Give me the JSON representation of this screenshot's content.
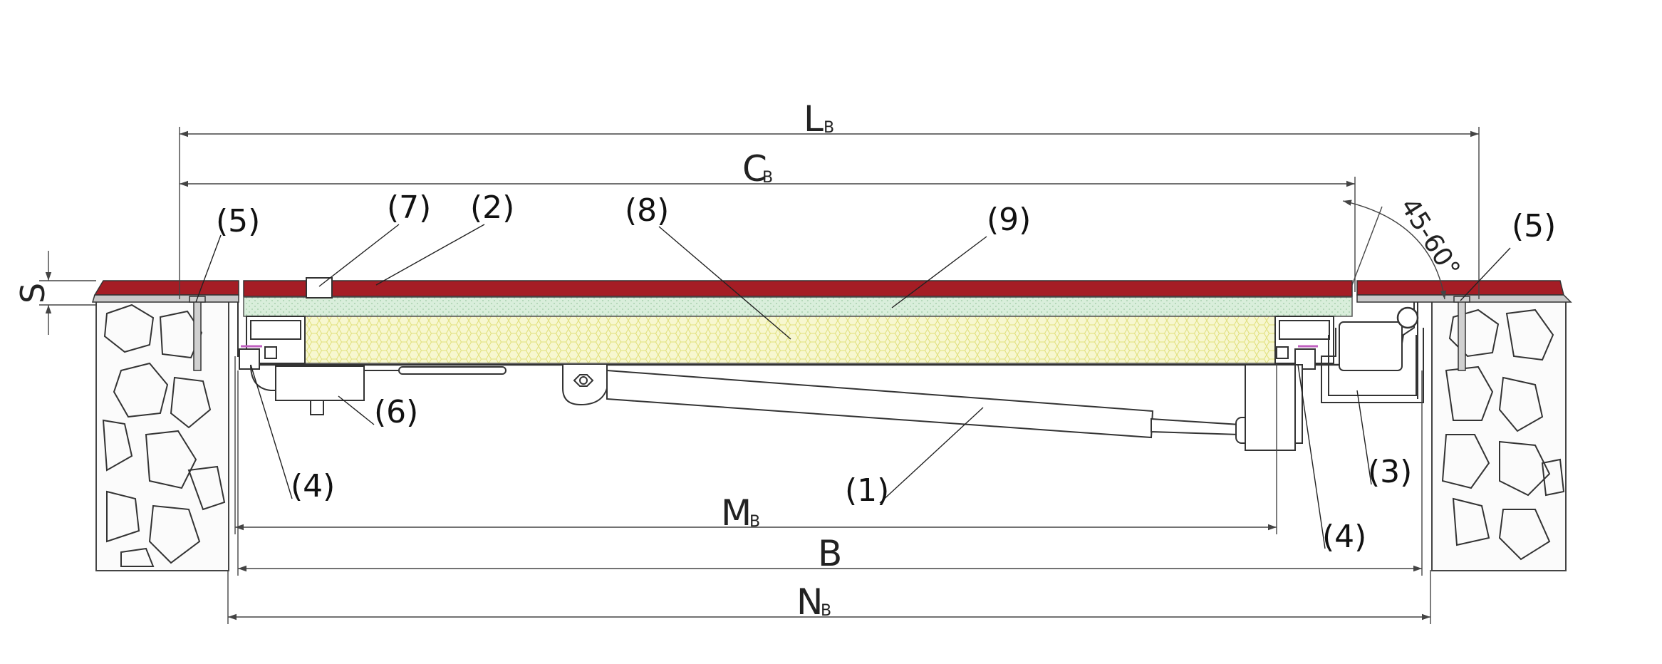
{
  "dimensions": {
    "lb": {
      "main": "L",
      "sub": "B"
    },
    "cb": {
      "main": "C",
      "sub": "B"
    },
    "mb": {
      "main": "M",
      "sub": "B"
    },
    "b": {
      "main": "B"
    },
    "nb": {
      "main": "N",
      "sub": "B"
    },
    "s": {
      "main": "S"
    },
    "angle": "45-60°"
  },
  "callouts": {
    "c1": "(1)",
    "c2": "(2)",
    "c3": "(3)",
    "c4_left": "(4)",
    "c4_right": "(4)",
    "c5_left": "(5)",
    "c5_right": "(5)",
    "c6": "(6)",
    "c7": "(7)",
    "c8": "(8)",
    "c9": "(9)"
  },
  "colors": {
    "cover_red": "#a51d25",
    "insulation_green": "#d7ecd9",
    "foam_yellow": "#f6f6c8",
    "frame_grey": "#c9c9c9"
  }
}
